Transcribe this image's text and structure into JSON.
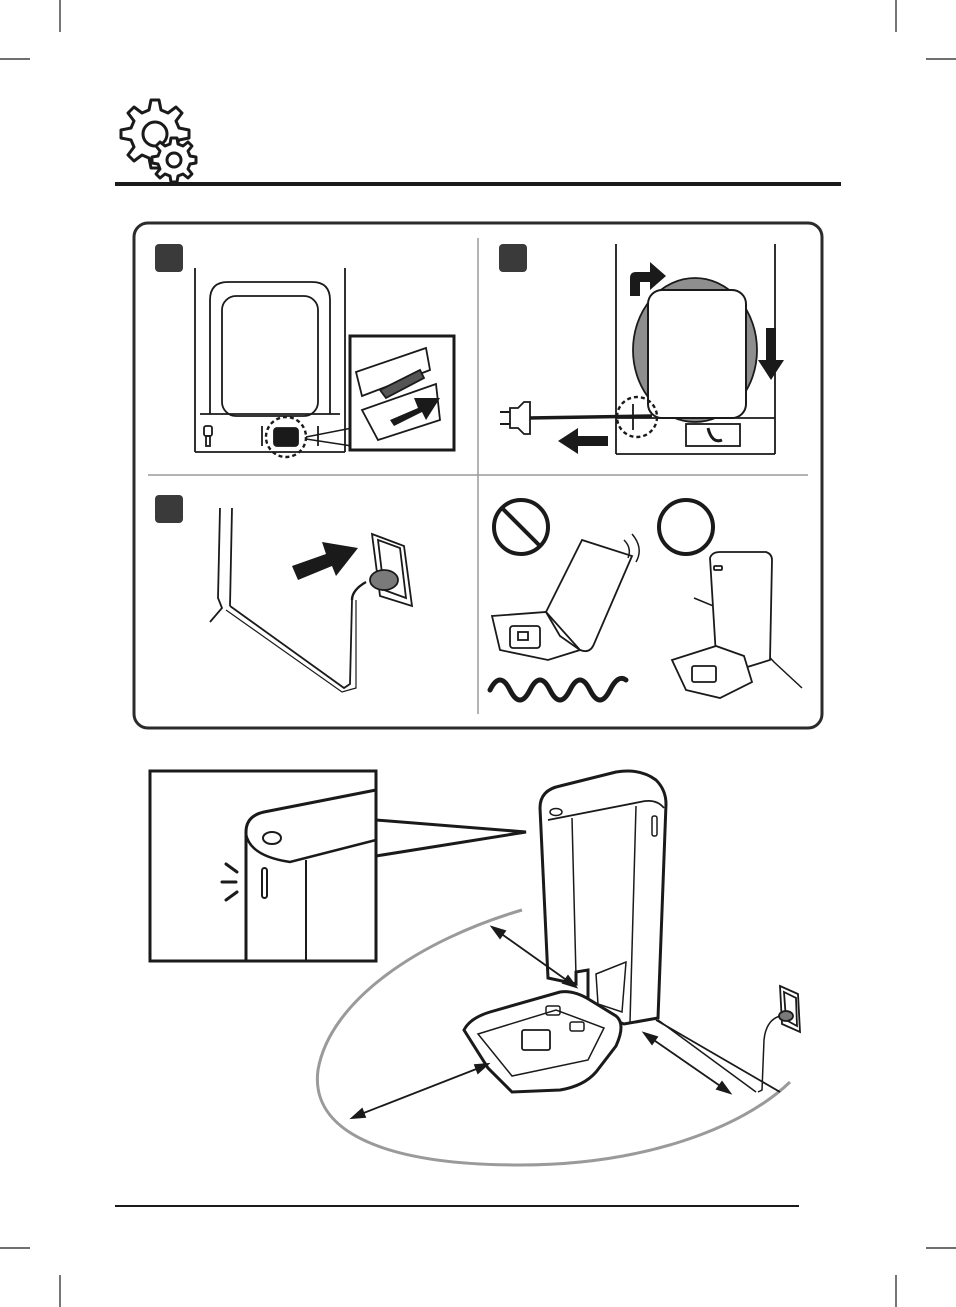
{
  "colors": {
    "ink": "#1a1a1a",
    "line_gray": "#9a9a9a",
    "panel_border": "#2b2b2b",
    "step_badge": "#3a3a3a"
  },
  "header": {
    "icon": "gears-icon"
  },
  "steps": [
    {
      "icon": "step-badge",
      "content": "connect-power-cord-to-station"
    },
    {
      "icon": "step-badge",
      "content": "wind-cord-and-route-out"
    },
    {
      "icon": "step-badge",
      "content": "plug-into-wall-outlet"
    },
    {
      "icon": "prohibited-icon",
      "content": "do-not-place-on-uneven-floor"
    },
    {
      "icon": "correct-icon",
      "content": "place-against-wall-on-flat-floor"
    }
  ],
  "placement": {
    "icons": [
      "indicator-light-icon",
      "clearance-arrow-icon",
      "wall-outlet-icon"
    ]
  }
}
